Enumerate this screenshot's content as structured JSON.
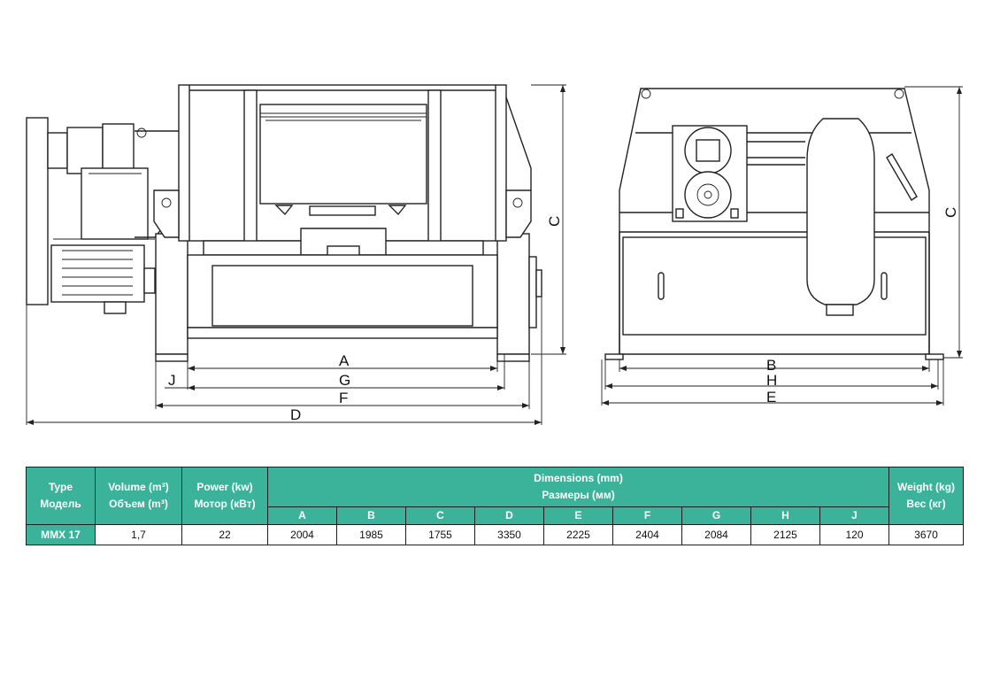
{
  "drawing": {
    "front_labels": {
      "A": "A",
      "G": "G",
      "F": "F",
      "D": "D",
      "J": "J",
      "C": "C"
    },
    "side_labels": {
      "B": "B",
      "H": "H",
      "E": "E",
      "C": "C"
    }
  },
  "table": {
    "type_header": [
      "Type",
      "Модель"
    ],
    "volume_header": [
      "Volume (m³)",
      "Объем (m³)"
    ],
    "power_header": [
      "Power (kw)",
      "Мотор (кВт)"
    ],
    "dimensions_header": [
      "Dimensions (mm)",
      "Размеры (мм)"
    ],
    "weight_header": [
      "Weight (kg)",
      "Вес (кг)"
    ],
    "dim_columns": [
      "A",
      "B",
      "C",
      "D",
      "E",
      "F",
      "G",
      "H",
      "J"
    ],
    "row": {
      "model": "MMX 17",
      "volume": "1,7",
      "power": "22",
      "dims": [
        "2004",
        "1985",
        "1755",
        "3350",
        "2225",
        "2404",
        "2084",
        "2125",
        "120"
      ],
      "weight": "3670"
    }
  }
}
